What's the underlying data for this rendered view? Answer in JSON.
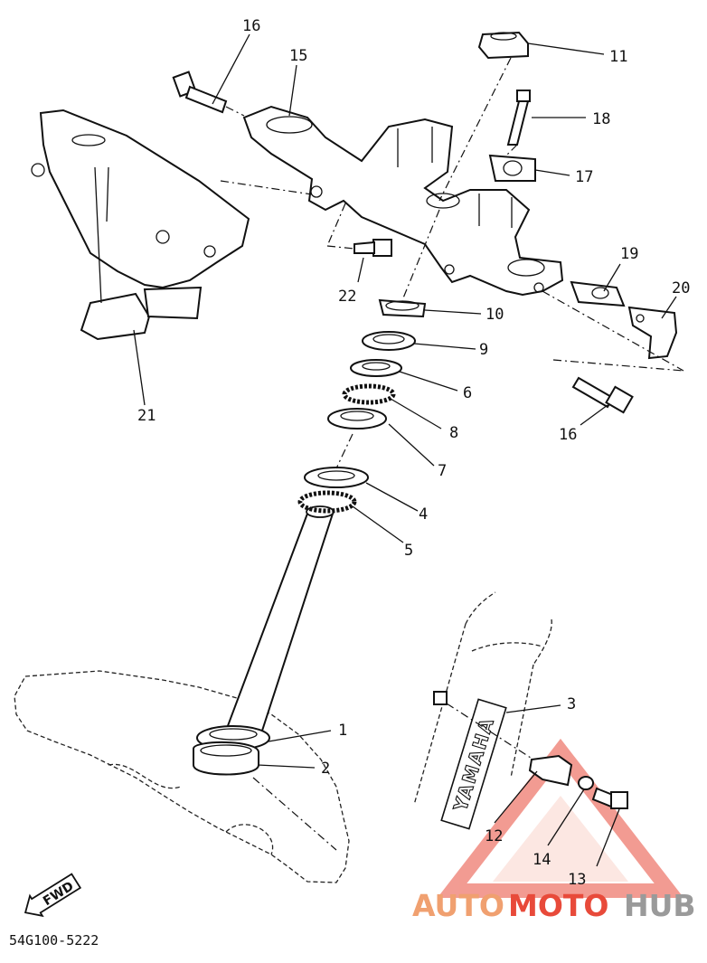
{
  "callouts": [
    {
      "id": "c1",
      "num": "1"
    },
    {
      "id": "c2",
      "num": "2"
    },
    {
      "id": "c3",
      "num": "3"
    },
    {
      "id": "c4",
      "num": "4"
    },
    {
      "id": "c5",
      "num": "5"
    },
    {
      "id": "c6",
      "num": "6"
    },
    {
      "id": "c7",
      "num": "7"
    },
    {
      "id": "c8",
      "num": "8"
    },
    {
      "id": "c9",
      "num": "9"
    },
    {
      "id": "c10",
      "num": "10"
    },
    {
      "id": "c11",
      "num": "11"
    },
    {
      "id": "c12",
      "num": "12"
    },
    {
      "id": "c13",
      "num": "13"
    },
    {
      "id": "c14",
      "num": "14"
    },
    {
      "id": "c15",
      "num": "15"
    },
    {
      "id": "c16a",
      "num": "16"
    },
    {
      "id": "c16b",
      "num": "16"
    },
    {
      "id": "c17",
      "num": "17"
    },
    {
      "id": "c18",
      "num": "18"
    },
    {
      "id": "c19",
      "num": "19"
    },
    {
      "id": "c20",
      "num": "20"
    },
    {
      "id": "c21",
      "num": "21"
    },
    {
      "id": "c22",
      "num": "22"
    }
  ],
  "fork_brand": "YAMAHA",
  "fwd_label": "FWD",
  "diagram_code": "54G100-5222",
  "watermark": {
    "part1": "AUTO",
    "part2": "MOTO",
    "part3": "HUB",
    "color_main": "#f0a070",
    "color_accent": "#e84a3a",
    "color_hub": "#9a9a9a"
  }
}
